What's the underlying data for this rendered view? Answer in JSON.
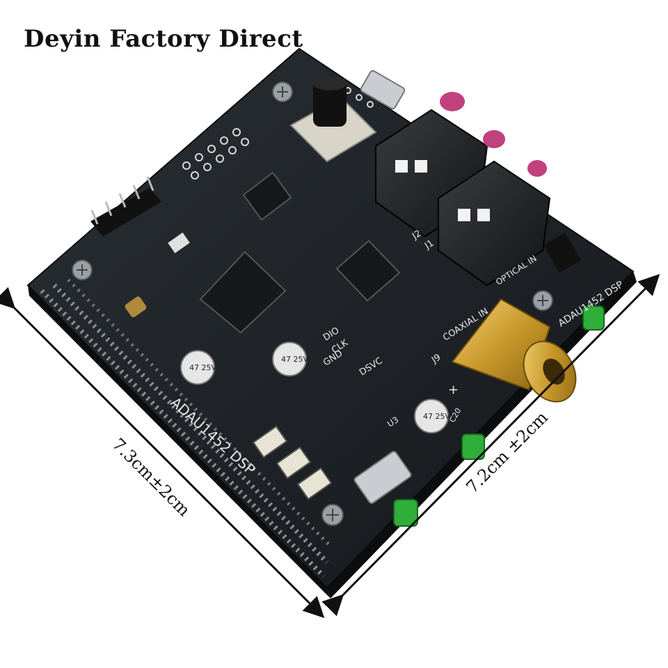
{
  "watermark": {
    "text": "Deyin Factory Direct"
  },
  "dimensions": {
    "left": "7.3cm±2cm",
    "right": "7.2cm ±2cm"
  },
  "board": {
    "silkscreen": {
      "model": "ADAU1452 DSP",
      "model_right": "ADAU1452 DSP",
      "coaxial": "COAXIAL IN",
      "optical": "OPTICAL IN",
      "pins": [
        "DIO",
        "CLK",
        "GND"
      ],
      "dsvc": "DSVC",
      "j9": "J9",
      "j2": "J2",
      "j1": "J1",
      "u3": "U3",
      "c20": "C20",
      "cap1": "47 25V",
      "cap2": "47 25V",
      "cap3": "47 25V",
      "plus": "+"
    }
  },
  "colors": {
    "pcb": "#1f2327",
    "pcb_edge": "#101214",
    "arrow": "#111111",
    "jack_pink": "#c0417e",
    "jack_green": "#2fae3a",
    "gold": "#c9a030"
  }
}
